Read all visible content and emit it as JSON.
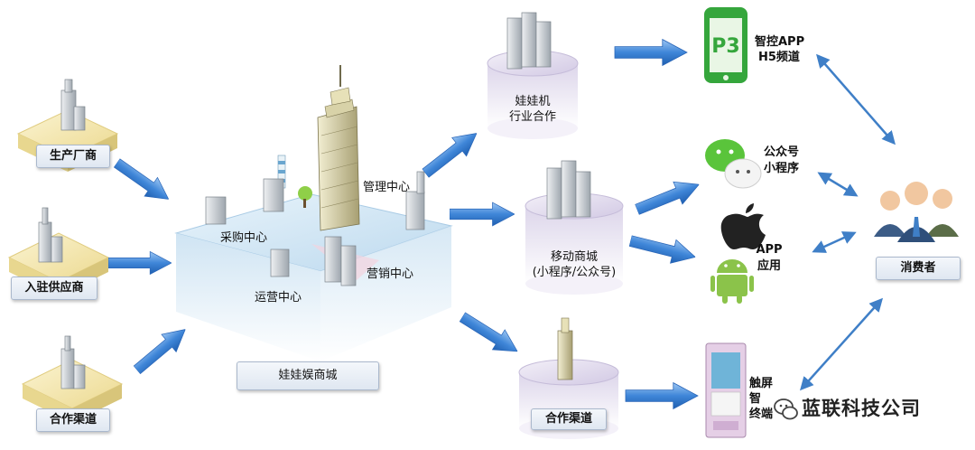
{
  "suppliers": {
    "manufacturer": "生产厂商",
    "settled_supplier": "入驻供应商",
    "channel": "合作渠道"
  },
  "mall": {
    "name": "娃娃娱商城",
    "centers": {
      "purchase": "采购中心",
      "management": "管理中心",
      "marketing": "营销中心",
      "operation": "运营中心"
    }
  },
  "channels": {
    "claw_industry_line1": "娃娃机",
    "claw_industry_line2": "行业合作",
    "mobile_mall_line1": "移动商城",
    "mobile_mall_line2": "(小程序/公众号)",
    "partner_channel": "合作渠道"
  },
  "endpoints": {
    "app_h5_line1": "智控APP",
    "app_h5_line2": "H5频道",
    "p3_icon_text": "P3",
    "wechat_line1": "公众号",
    "wechat_line2": "小程序",
    "app_line1": "APP",
    "app_line2": "应用",
    "terminal_line1": "触屏",
    "terminal_line2": "智",
    "terminal_line3": "终端"
  },
  "consumer": "消费者",
  "watermark": "蓝联科技公司",
  "colors": {
    "arrow": "#2f73c9",
    "arrow_light": "#8fbcf0",
    "double_arrow": "#3f7fc7",
    "platform_top": "#d6eaf6",
    "platform_side": "#b7d3ea",
    "pedestal": "#ddd6ec",
    "ground_tile": "#f2e6b0",
    "phone_green": "#35a63c",
    "wechat_green": "#5ac43b",
    "android_green": "#8bc34a"
  }
}
